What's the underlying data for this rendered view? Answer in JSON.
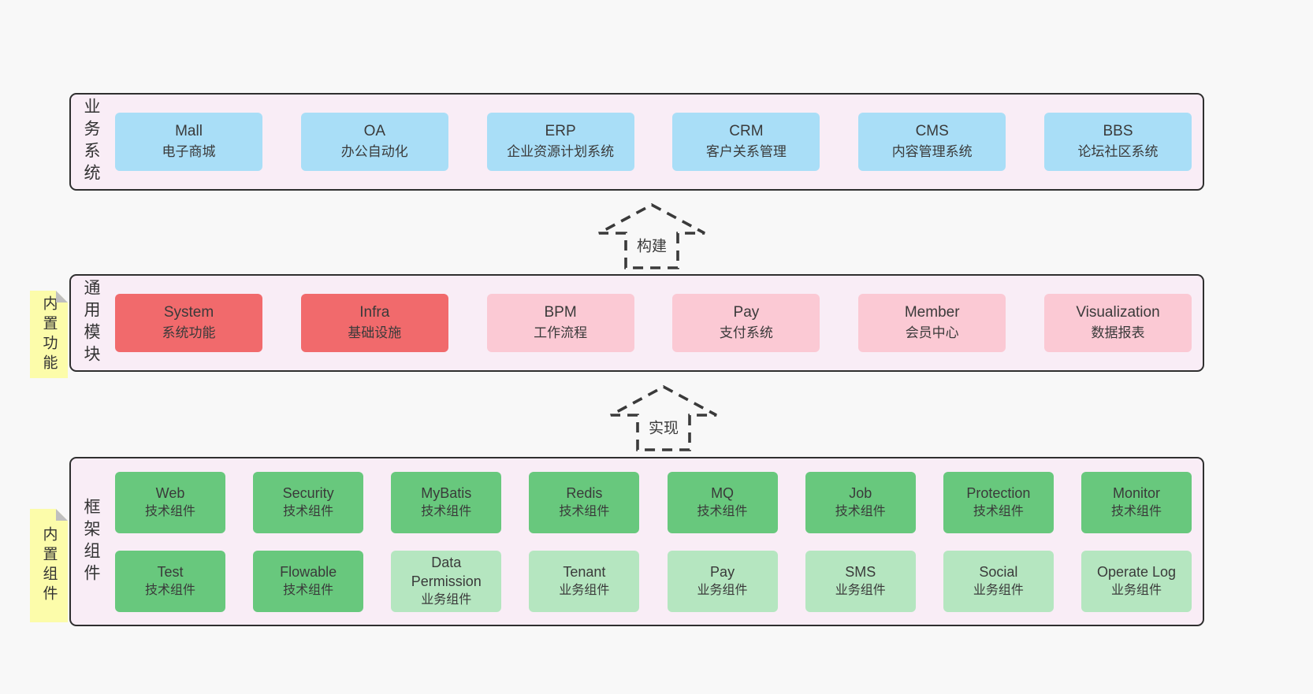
{
  "colors": {
    "page_bg": "#f8f8f8",
    "container_bg": "#f9edf6",
    "container_border": "#2f2f2f",
    "blue": "#a9def7",
    "red": "#f16a6c",
    "pink": "#fbc9d4",
    "green": "#68c87d",
    "lightgreen": "#b5e6c0",
    "sticky": "#fcfcaa",
    "sticky_fold": "#bfbfbf",
    "text": "#3a3a3a"
  },
  "arrows": [
    {
      "label": "构建"
    },
    {
      "label": "实现"
    }
  ],
  "sections": [
    {
      "id": "business-systems",
      "side_label": "业务系统",
      "sticky_label": null,
      "rows": [
        [
          {
            "name": "Mall",
            "subtitle": "电子商城",
            "color": "blue"
          },
          {
            "name": "OA",
            "subtitle": "办公自动化",
            "color": "blue"
          },
          {
            "name": "ERP",
            "subtitle": "企业资源计划系统",
            "color": "blue"
          },
          {
            "name": "CRM",
            "subtitle": "客户关系管理",
            "color": "blue"
          },
          {
            "name": "CMS",
            "subtitle": "内容管理系统",
            "color": "blue"
          },
          {
            "name": "BBS",
            "subtitle": "论坛社区系统",
            "color": "blue"
          }
        ]
      ]
    },
    {
      "id": "common-modules",
      "side_label": "通用模块",
      "sticky_label": "内置功能",
      "rows": [
        [
          {
            "name": "System",
            "subtitle": "系统功能",
            "color": "red"
          },
          {
            "name": "Infra",
            "subtitle": "基础设施",
            "color": "red"
          },
          {
            "name": "BPM",
            "subtitle": "工作流程",
            "color": "pink"
          },
          {
            "name": "Pay",
            "subtitle": "支付系统",
            "color": "pink"
          },
          {
            "name": "Member",
            "subtitle": "会员中心",
            "color": "pink"
          },
          {
            "name": "Visualization",
            "subtitle": "数据报表",
            "color": "pink"
          }
        ]
      ]
    },
    {
      "id": "framework-components",
      "side_label": "框架组件",
      "sticky_label": "内置组件",
      "rows": [
        [
          {
            "name": "Web",
            "subtitle": "技术组件",
            "color": "green"
          },
          {
            "name": "Security",
            "subtitle": "技术组件",
            "color": "green"
          },
          {
            "name": "MyBatis",
            "subtitle": "技术组件",
            "color": "green"
          },
          {
            "name": "Redis",
            "subtitle": "技术组件",
            "color": "green"
          },
          {
            "name": "MQ",
            "subtitle": "技术组件",
            "color": "green"
          },
          {
            "name": "Job",
            "subtitle": "技术组件",
            "color": "green"
          },
          {
            "name": "Protection",
            "subtitle": "技术组件",
            "color": "green"
          },
          {
            "name": "Monitor",
            "subtitle": "技术组件",
            "color": "green"
          }
        ],
        [
          {
            "name": "Test",
            "subtitle": "技术组件",
            "color": "green"
          },
          {
            "name": "Flowable",
            "subtitle": "技术组件",
            "color": "green"
          },
          {
            "name": "Data Permission",
            "subtitle": "业务组件",
            "color": "lightgreen"
          },
          {
            "name": "Tenant",
            "subtitle": "业务组件",
            "color": "lightgreen"
          },
          {
            "name": "Pay",
            "subtitle": "业务组件",
            "color": "lightgreen"
          },
          {
            "name": "SMS",
            "subtitle": "业务组件",
            "color": "lightgreen"
          },
          {
            "name": "Social",
            "subtitle": "业务组件",
            "color": "lightgreen"
          },
          {
            "name": "Operate Log",
            "subtitle": "业务组件",
            "color": "lightgreen"
          }
        ]
      ]
    }
  ]
}
